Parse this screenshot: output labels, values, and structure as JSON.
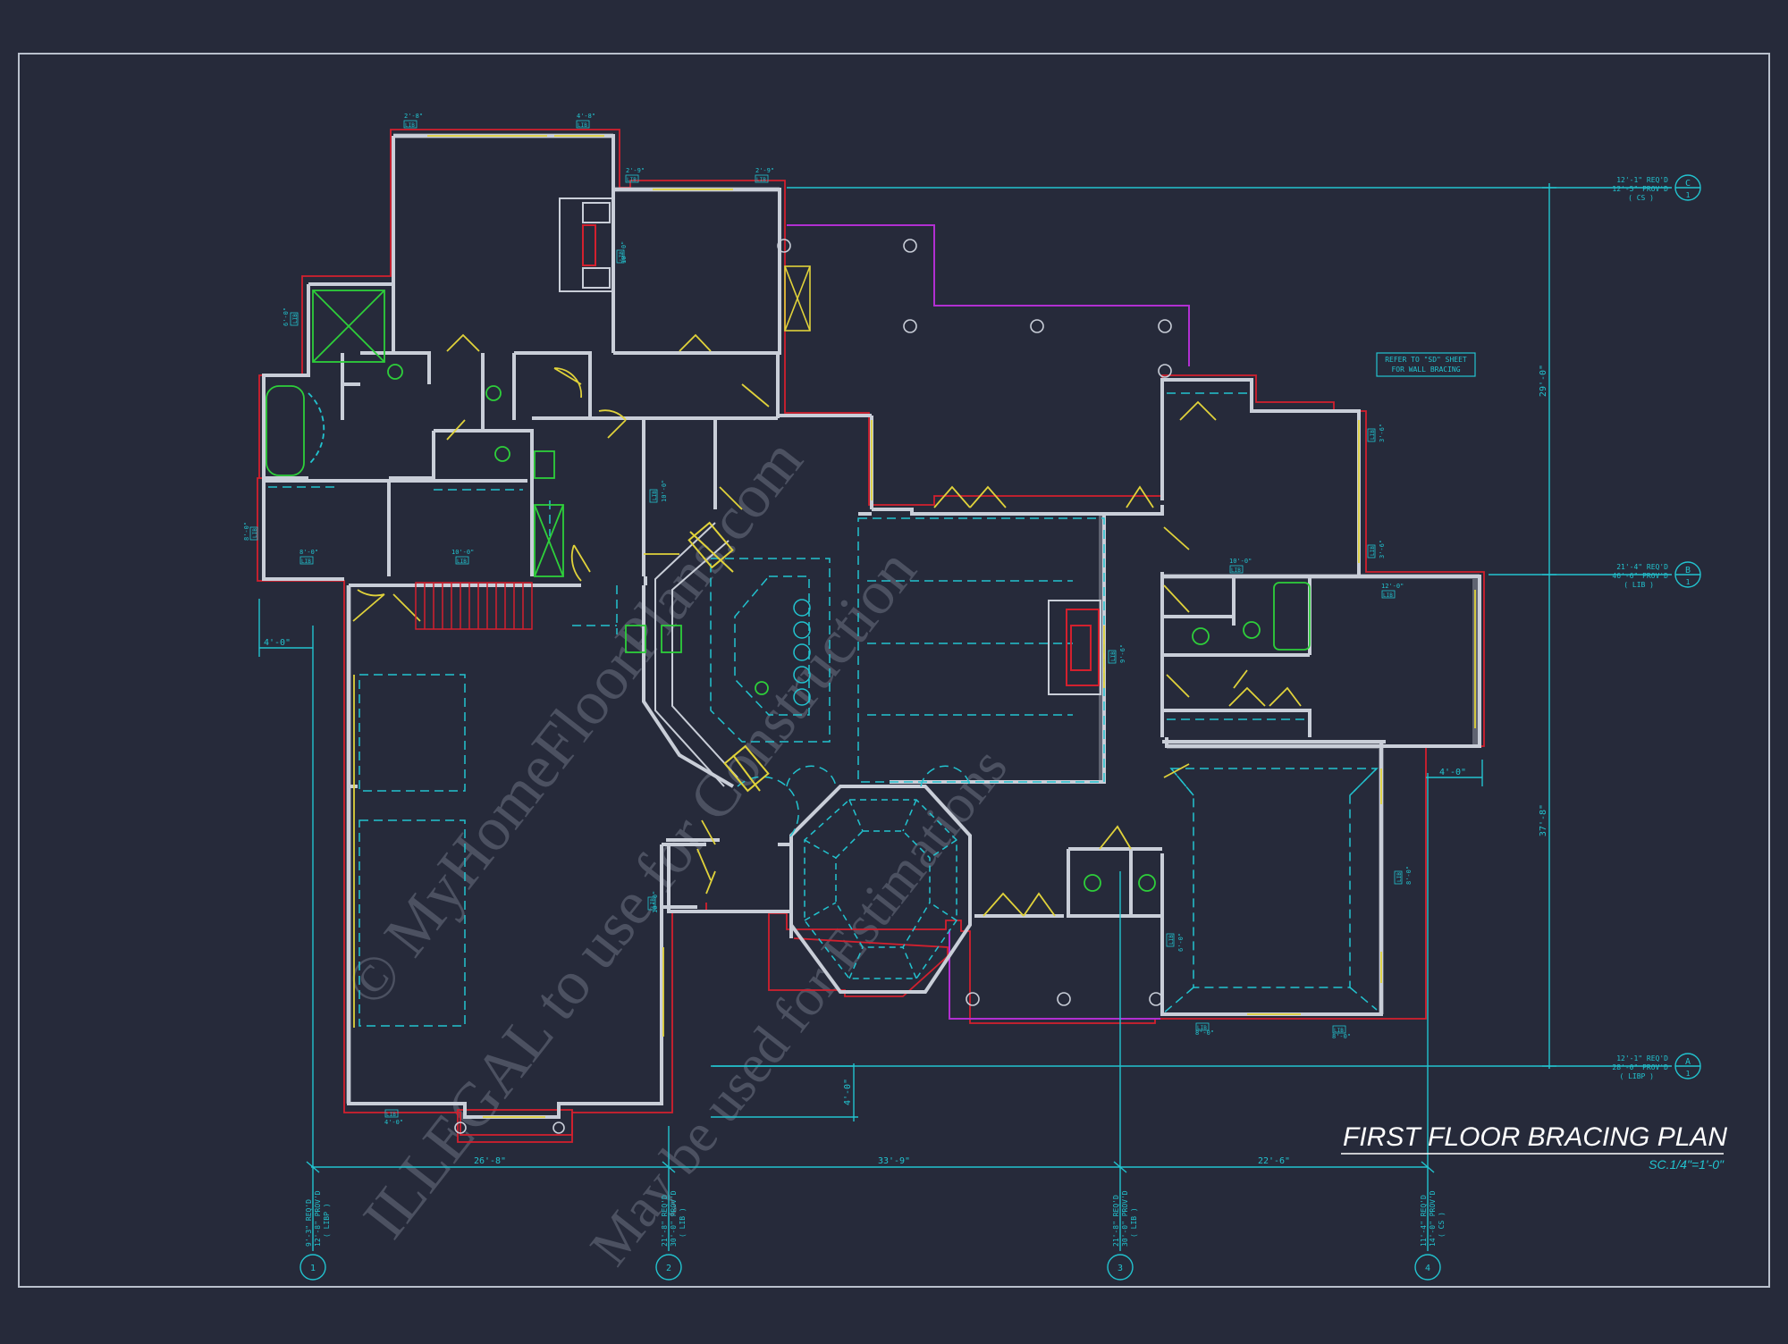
{
  "colors": {
    "background": "#262a3a",
    "border": "#b9c0cc",
    "wall": "#c9ced8",
    "cyan": "#22c3cf",
    "yellow": "#e0d23a",
    "red": "#d3202e",
    "green": "#2ecf3a",
    "magenta": "#b12fd1",
    "watermark": "#6b7282"
  },
  "title": {
    "main": "FIRST FLOOR BRACING PLAN",
    "scale": "SC.1/4\"=1'-0\""
  },
  "note": {
    "line1": "REFER TO \"SD\" SHEET",
    "line2": "FOR WALL BRACING"
  },
  "watermark": {
    "line1": "© MyHomeFloorPlans.com",
    "line2": "ILLEGAL to use for Construction",
    "line3": "May be used for Estimations"
  },
  "grid_markers": {
    "right": [
      {
        "label": "C",
        "sub": "1",
        "req1": "12'-1\" REQ'D",
        "req2": "12'-5\" PROV'D",
        "req3": "( CS )"
      },
      {
        "label": "B",
        "sub": "1",
        "req1": "21'-4\" REQ'D",
        "req2": "46'-6\" PROV'D",
        "req3": "( LIB )"
      },
      {
        "label": "A",
        "sub": "1",
        "req1": "12'-1\" REQ'D",
        "req2": "28'-0\" PROV'D",
        "req3": "( LIBP )"
      }
    ],
    "bottom": [
      {
        "label": "1",
        "req1": "9'-3\" REQ'D",
        "req2": "12'-8\" PROV'D",
        "req3": "( LIBP )"
      },
      {
        "label": "2",
        "req1": "21'-8\" REQ'D",
        "req2": "30'-0\" PROV'D",
        "req3": "( LIB )"
      },
      {
        "label": "3",
        "req1": "21'-8\" REQ'D",
        "req2": "30'-0\" PROV'D",
        "req3": "( LIB )"
      },
      {
        "label": "4",
        "req1": "11'-4\" REQ'D",
        "req2": "14'-0\" PROV'D",
        "req3": "( CS )"
      }
    ]
  },
  "dimensions": {
    "bottom": [
      "26'-8\"",
      "33'-9\"",
      "22'-6\""
    ],
    "right": [
      "29'-0\"",
      "37'-8\""
    ],
    "misc": [
      "4'-0\"",
      "4'-0\"",
      "4'-0\""
    ]
  },
  "wall_tags": [
    {
      "top": "2'-8\"",
      "bottom": "LIB"
    },
    {
      "top": "4'-8\"",
      "bottom": "LIB"
    },
    {
      "top": "2'-9\"",
      "bottom": "LIB"
    },
    {
      "top": "2'-9\"",
      "bottom": "LIB"
    },
    {
      "top": "6'-0\"",
      "bottom": "LIB"
    },
    {
      "top": "8'-0\"",
      "bottom": "LIB"
    },
    {
      "top": "10'-0\"",
      "bottom": "LIB"
    },
    {
      "top": "8'-0\"",
      "bottom": "LIB"
    },
    {
      "top": "10'-0\"",
      "bottom": "LIB"
    },
    {
      "top": "10'-0\"",
      "bottom": "LIB"
    },
    {
      "top": "3'-6\"",
      "bottom": "LIB"
    },
    {
      "top": "3'-6\"",
      "bottom": "LIB"
    },
    {
      "top": "10'-0\"",
      "bottom": "LIB"
    },
    {
      "top": "12'-0\"",
      "bottom": "LIB"
    },
    {
      "top": "9'-6\"",
      "bottom": "LIB"
    },
    {
      "top": "8'-0\"",
      "bottom": "LIB"
    },
    {
      "top": "6'-0\"",
      "bottom": "LIB"
    },
    {
      "top": "8'-0\"",
      "bottom": "LIB"
    },
    {
      "top": "8'-0\"",
      "bottom": "LIB"
    },
    {
      "top": "10'-0\"",
      "bottom": "LIB"
    },
    {
      "top": "4'-0\"",
      "bottom": "LIB"
    }
  ]
}
